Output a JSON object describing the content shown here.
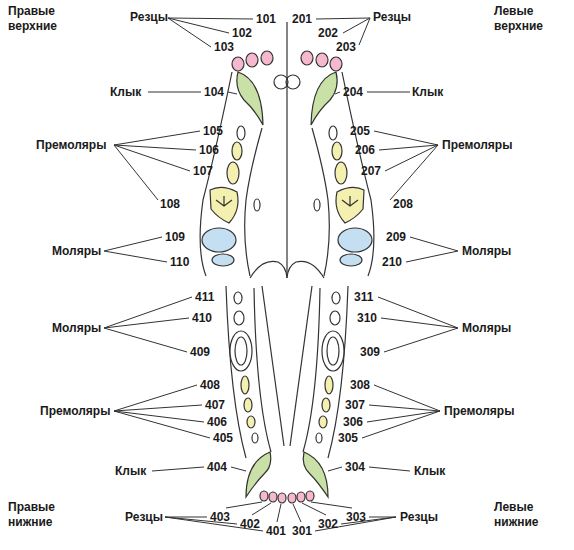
{
  "diagram": {
    "labels": [
      "Правые верхние",
      "Резцы",
      "101",
      "102",
      "103",
      "201",
      "202",
      "203",
      "Резцы",
      "Левые верхние",
      "Клык",
      "104",
      "204",
      "Клык",
      "Премоляры",
      "105",
      "106",
      "107",
      "108",
      "205",
      "206",
      "207",
      "208",
      "Премоляры",
      "Моляры",
      "109",
      "110",
      "209",
      "210",
      "Моляры",
      "411",
      "410",
      "409",
      "Моляры",
      "311",
      "310",
      "309",
      "Моляры",
      "408",
      "407",
      "406",
      "405",
      "Премоляры",
      "308",
      "307",
      "306",
      "305",
      "Премоляры",
      "Клык",
      "404",
      "304",
      "Клык",
      "Правые нижние",
      "Резцы",
      "403",
      "402",
      "401",
      "301",
      "302",
      "303",
      "Резцы",
      "Левые нижние"
    ]
  }
}
